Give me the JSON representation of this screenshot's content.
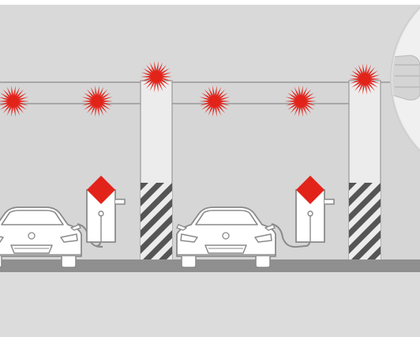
{
  "scene": {
    "colors": {
      "background": "#ffffff",
      "ceiling": "#d9d9d9",
      "wall": "#d6d6d6",
      "floor": "#8f8f8f",
      "lower_area": "#dcdcdc",
      "pillar": "#ececec",
      "stripe_dark": "#555555",
      "alarm_light": "#e2231a",
      "line": "#999999",
      "outline": "#8a8a8a",
      "lens": "#f0f0f0"
    },
    "alarm_lights": [
      {
        "name": "alarm-light-left-1"
      },
      {
        "name": "alarm-light-left-2"
      },
      {
        "name": "alarm-light-pillar-1"
      },
      {
        "name": "alarm-light-middle-1"
      },
      {
        "name": "alarm-light-middle-2"
      },
      {
        "name": "alarm-light-pillar-2"
      }
    ],
    "bays": [
      {
        "name": "bay-left",
        "car": "car-icon",
        "charger": "ev-charger-icon",
        "warning_sign": "warning-diamond-icon"
      },
      {
        "name": "bay-right",
        "car": "car-icon",
        "charger": "ev-charger-icon",
        "warning_sign": "warning-diamond-icon"
      }
    ],
    "pillars": [
      {
        "name": "pillar-1",
        "stripes": "hazard-stripes"
      },
      {
        "name": "pillar-2",
        "stripes": "hazard-stripes"
      }
    ],
    "magnifier": {
      "name": "magnifier-lens",
      "content": "light-fixture-icon"
    }
  }
}
